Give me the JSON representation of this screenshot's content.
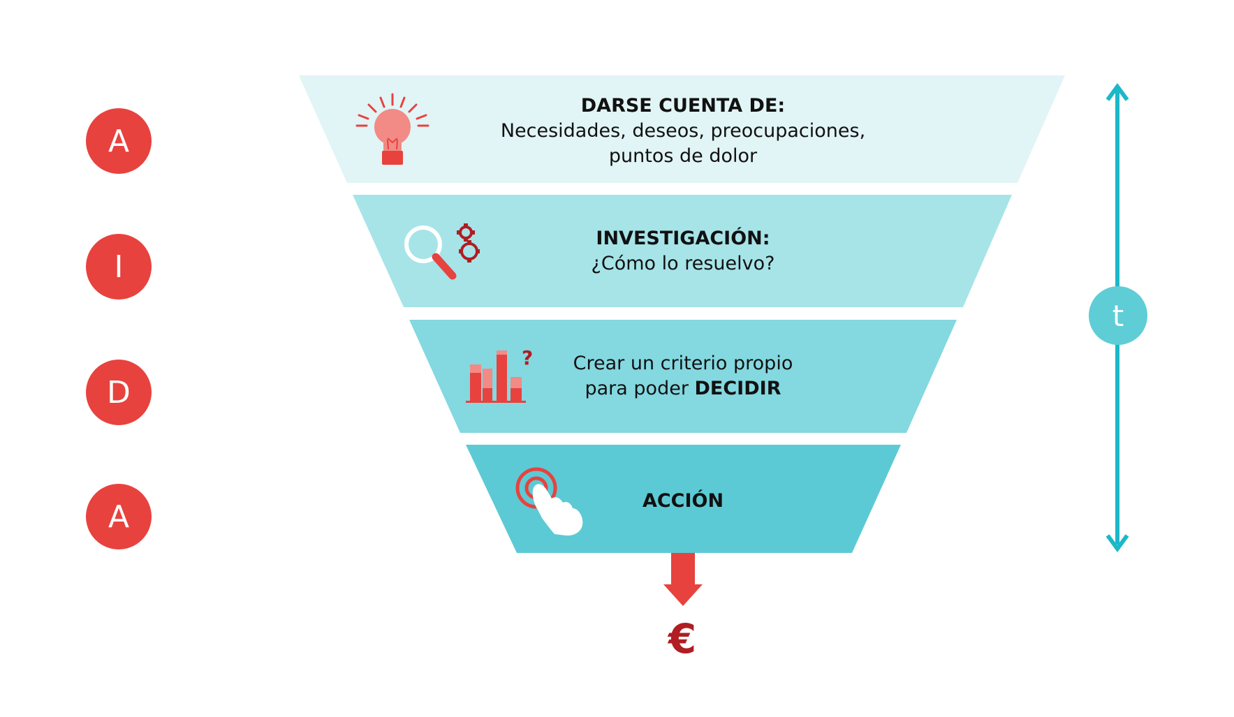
{
  "colors": {
    "letter_red": "#e8423e",
    "tier1": "#e1f4f6",
    "tier2": "#a6e4e8",
    "tier3": "#84d8e0",
    "tier4": "#5ccad4",
    "timeline": "#1bb8c8",
    "badge": "#5ecdd6",
    "icon_red": "#e8423e",
    "icon_pink": "#f28a86",
    "icon_dark": "#b01d22"
  },
  "letters": [
    "A",
    "I",
    "D",
    "A"
  ],
  "tiers": [
    {
      "heading": "DARSE CUENTA DE:",
      "lines": [
        "Necesidades, deseos, preocupaciones,",
        "puntos de dolor"
      ],
      "icon": "lightbulb-icon"
    },
    {
      "heading": "INVESTIGACIÓN:",
      "lines": [
        "¿Cómo lo resuelvo?"
      ],
      "icon": "magnifier-gears-icon"
    },
    {
      "heading": "",
      "lines": [
        "Crear un criterio propio"
      ],
      "line2_prefix": "para poder ",
      "line2_bold": "DECIDIR",
      "icon": "bar-chart-question-icon"
    },
    {
      "heading": "ACCIÓN",
      "lines": [],
      "icon": "hand-click-icon"
    }
  ],
  "timeline_label": "t",
  "result_symbol": "€"
}
